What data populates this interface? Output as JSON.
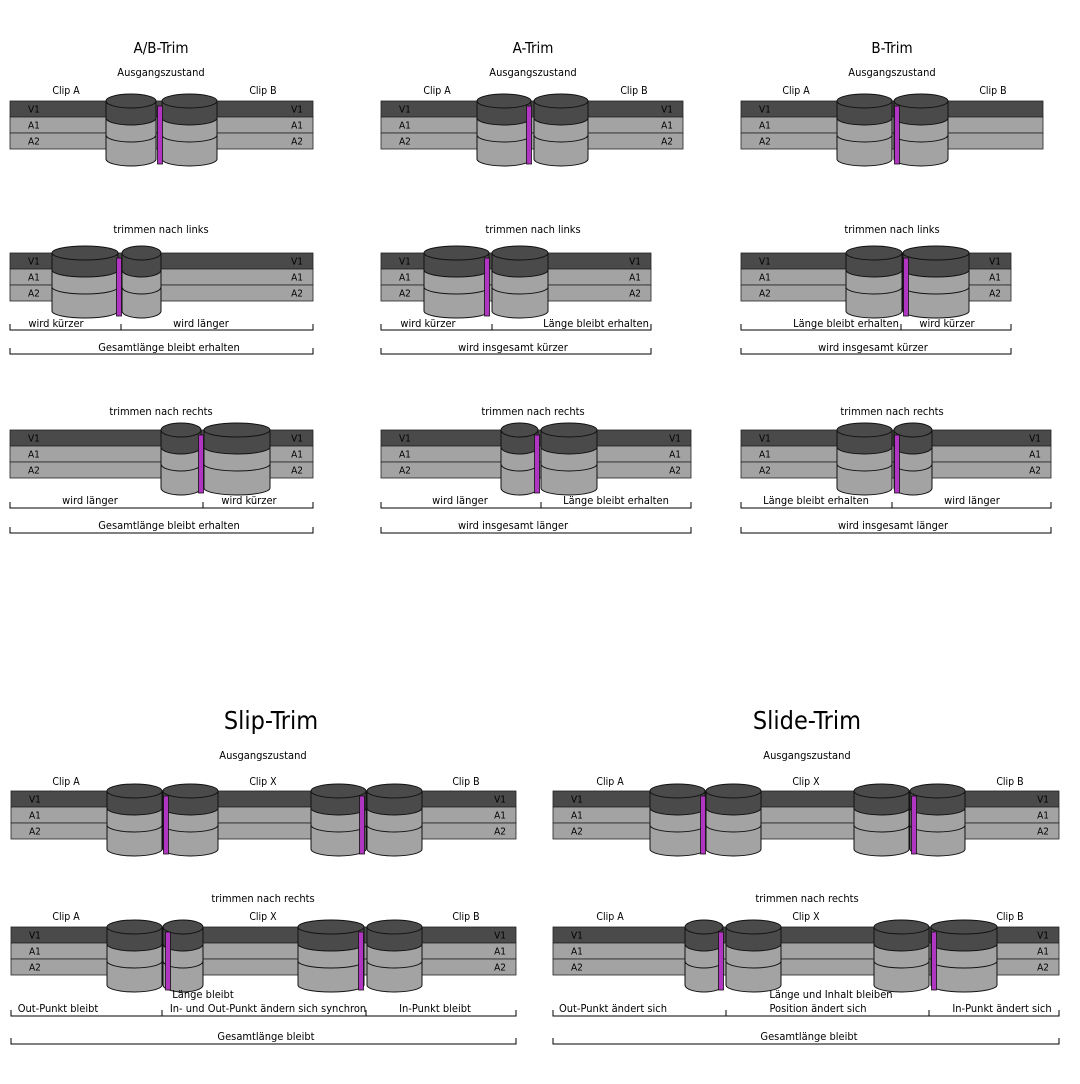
{
  "labels": {
    "ausgang": "Ausgangszustand",
    "links": "trimmen nach links",
    "rechts": "trimmen nach rechts",
    "clipA": "Clip A",
    "clipB": "Clip B",
    "clipX": "Clip X",
    "v1": "V1",
    "a1": "A1",
    "a2": "A2"
  },
  "colors": {
    "video_track": "#4a4a4a",
    "audio_track": "#a3a3a3",
    "edit_point": "#b035c0"
  },
  "abTrim": {
    "title": "A/B-Trim",
    "left_a": "wird kürzer",
    "left_b": "wird länger",
    "left_total": "Gesamtlänge bleibt erhalten",
    "right_a": "wird länger",
    "right_b": "wird kürzer",
    "right_total": "Gesamtlänge bleibt erhalten"
  },
  "aTrim": {
    "title": "A-Trim",
    "left_a": "wird kürzer",
    "left_b": "Länge bleibt erhalten",
    "left_total": "wird insgesamt kürzer",
    "right_a": "wird länger",
    "right_b": "Länge bleibt erhalten",
    "right_total": "wird insgesamt länger"
  },
  "bTrim": {
    "title": "B-Trim",
    "left_a": "Länge bleibt erhalten",
    "left_b": "wird kürzer",
    "left_total": "wird insgesamt kürzer",
    "right_a": "Länge bleibt erhalten",
    "right_b": "wird länger",
    "right_total": "wird insgesamt länger"
  },
  "slipTrim": {
    "title": "Slip-Trim",
    "out": "Out-Punkt bleibt",
    "mid1": "Länge bleibt",
    "mid2": "In- und Out-Punkt ändern sich synchron",
    "in": "In-Punkt bleibt",
    "total": "Gesamtlänge bleibt"
  },
  "slideTrim": {
    "title": "Slide-Trim",
    "out": "Out-Punkt ändert sich",
    "mid1": "Länge und Inhalt bleiben",
    "mid2": "Position ändert sich",
    "in": "In-Punkt ändert sich",
    "total": "Gesamtlänge bleibt"
  }
}
